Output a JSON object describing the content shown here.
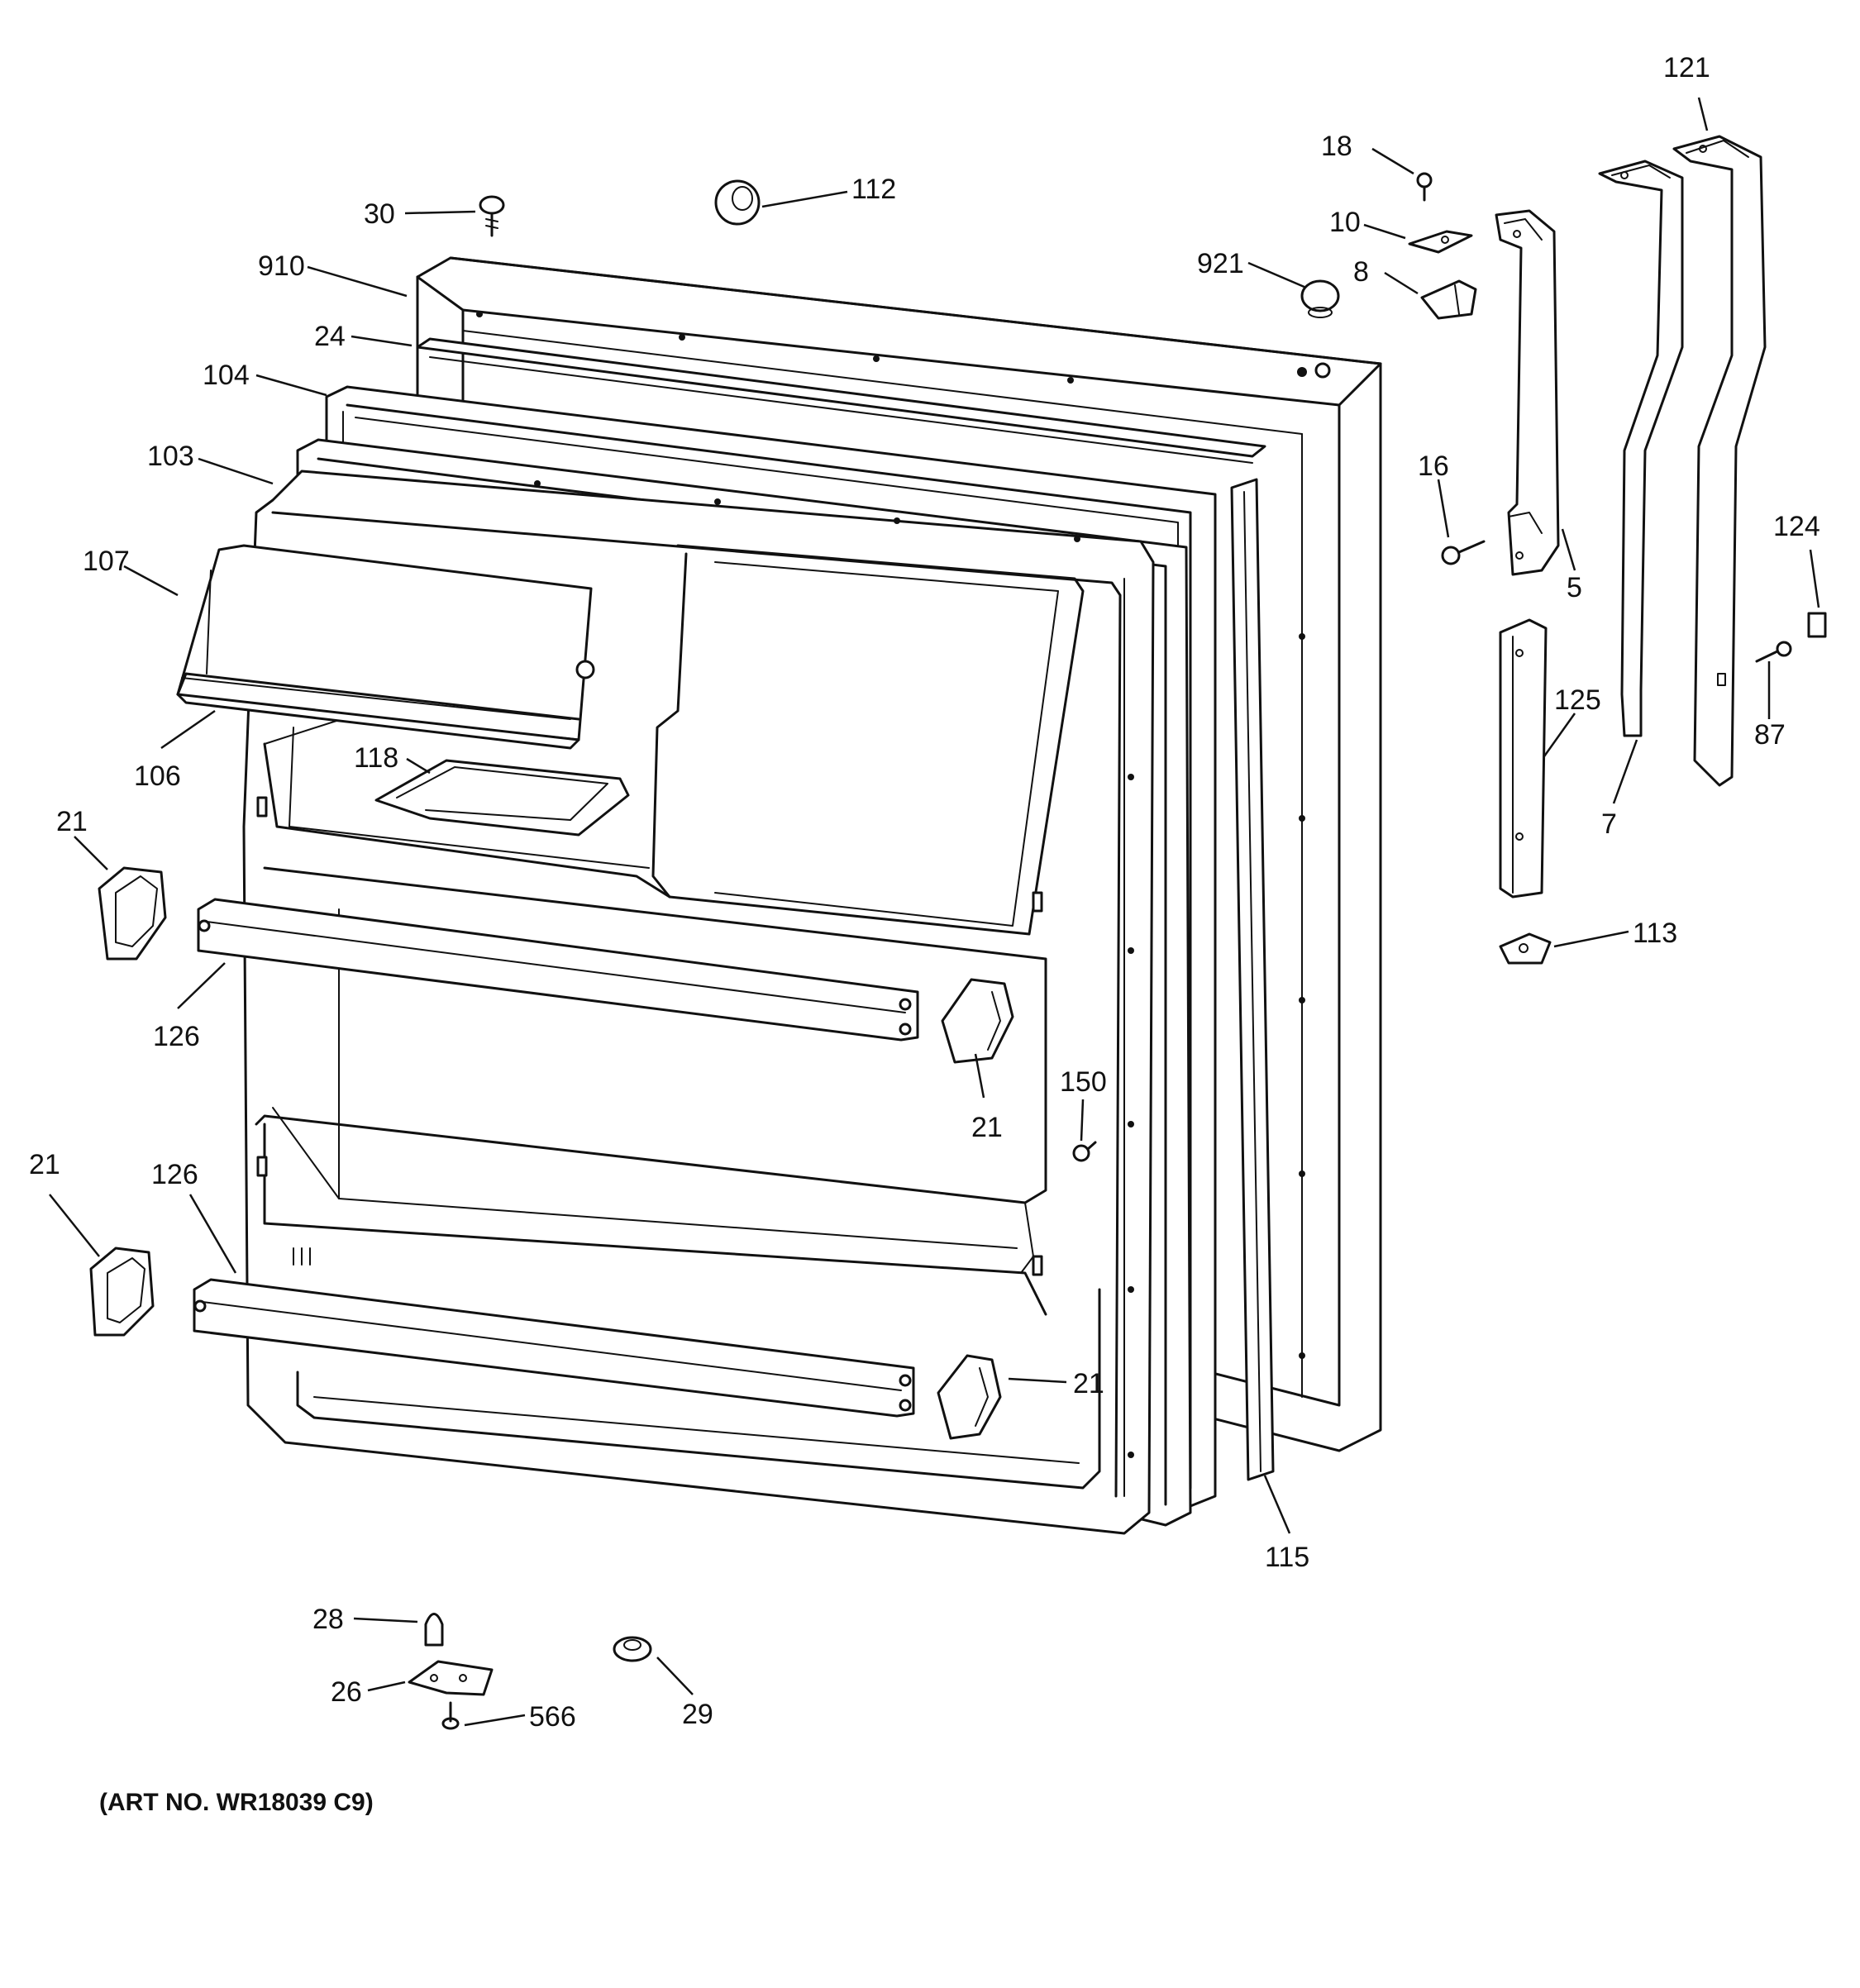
{
  "diagram": {
    "art_number": "(ART NO. WR18039 C9)",
    "callouts": {
      "c121": "121",
      "c18": "18",
      "c112": "112",
      "c30": "30",
      "c10": "10",
      "c921": "921",
      "c8": "8",
      "c910": "910",
      "c24": "24",
      "c104": "104",
      "c103": "103",
      "c16": "16",
      "c124": "124",
      "c107": "107",
      "c5": "5",
      "c125": "125",
      "c87": "87",
      "c118": "118",
      "c106": "106",
      "c7": "7",
      "c21a": "21",
      "c113": "113",
      "c126a": "126",
      "c21b": "21",
      "c150": "150",
      "c21c": "21",
      "c126b": "126",
      "c21d": "21",
      "c115": "115",
      "c28": "28",
      "c26": "26",
      "c566": "566",
      "c29": "29"
    }
  }
}
